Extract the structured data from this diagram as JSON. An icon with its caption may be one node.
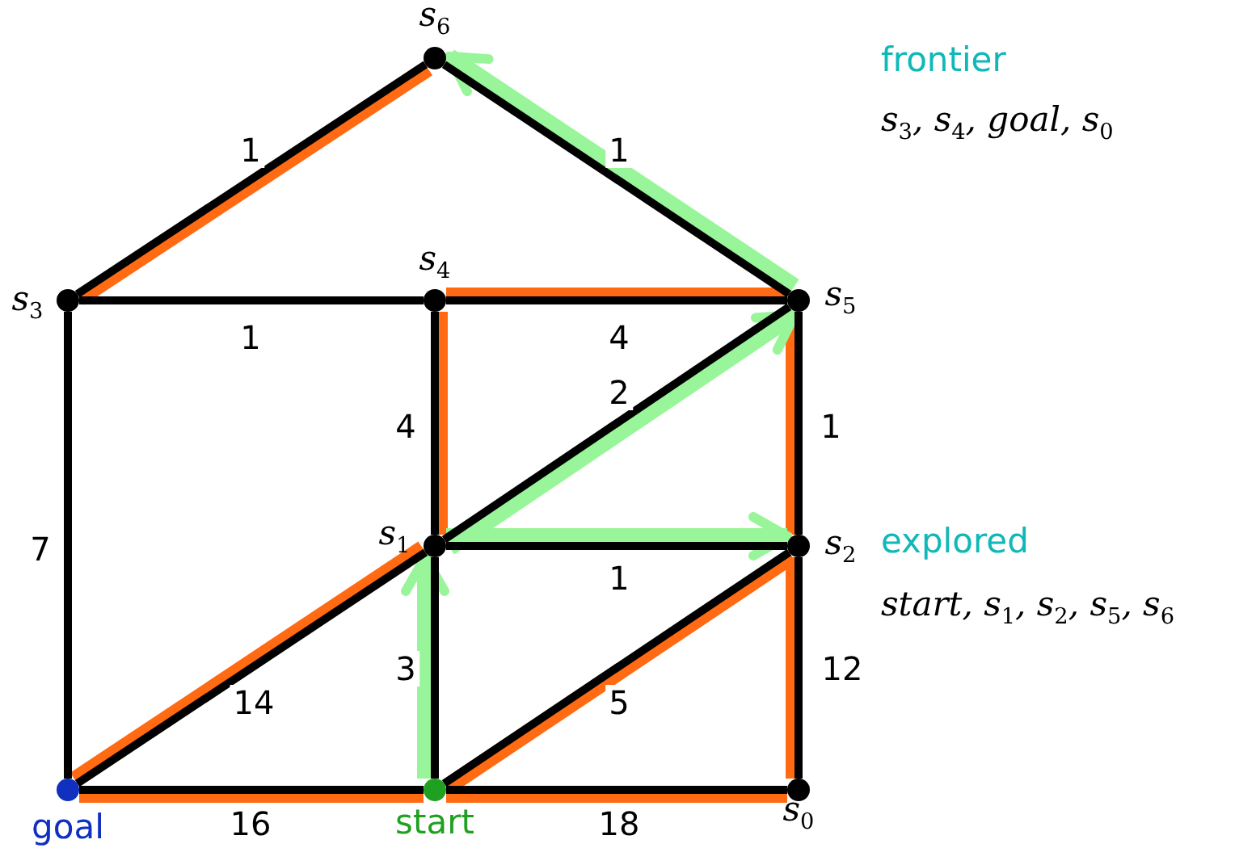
{
  "diagram": {
    "nodes": [
      {
        "text": [],
        "shape": "circle",
        "beside": [
          "s$_{6}$"
        ]
      },
      {
        "text": [],
        "shape": "circle",
        "beside": [
          "s$_{3}$"
        ]
      },
      {
        "text": [],
        "shape": "circle",
        "beside": [
          "s$_{4}$"
        ]
      },
      {
        "text": [],
        "shape": "circle",
        "beside": [
          "s$_{5}$"
        ]
      },
      {
        "text": [],
        "shape": "circle",
        "beside": [
          "s$_{1}$"
        ]
      },
      {
        "text": [],
        "shape": "circle",
        "beside": [
          "s$_{2}$"
        ]
      },
      {
        "text": [],
        "shape": "circle",
        "beside": [
          "goal"
        ]
      },
      {
        "text": [],
        "shape": "circle",
        "beside": [
          "start"
        ]
      },
      {
        "text": [],
        "shape": "circle",
        "beside": [
          "s$_{0}$"
        ]
      }
    ],
    "edges": [
      {
        "from": 1,
        "to": 0,
        "arrow": "none",
        "label": "1"
      },
      {
        "from": 0,
        "to": 3,
        "arrow": "none",
        "label": "1"
      },
      {
        "from": 1,
        "to": 2,
        "arrow": "none",
        "label": "1"
      },
      {
        "from": 2,
        "to": 3,
        "arrow": "none",
        "label": "4"
      },
      {
        "from": 2,
        "to": 4,
        "arrow": "none",
        "label": "4"
      },
      {
        "from": 4,
        "to": 3,
        "arrow": "none",
        "label": "2"
      },
      {
        "from": 3,
        "to": 5,
        "arrow": "none",
        "label": "1"
      },
      {
        "from": 1,
        "to": 6,
        "arrow": "none",
        "label": "7"
      },
      {
        "from": 4,
        "to": 5,
        "arrow": "none",
        "label": "1"
      },
      {
        "from": 4,
        "to": 6,
        "arrow": "none",
        "label": "14"
      },
      {
        "from": 4,
        "to": 7,
        "arrow": "none",
        "label": "3"
      },
      {
        "from": 7,
        "to": 5,
        "arrow": "none",
        "label": "5"
      },
      {
        "from": 5,
        "to": 8,
        "arrow": "none",
        "label": "12"
      },
      {
        "from": 6,
        "to": 7,
        "arrow": "none",
        "label": "16"
      },
      {
        "from": 7,
        "to": 8,
        "arrow": "none",
        "label": "18"
      },
      {
        "from": 1,
        "to": 0,
        "arrow": "none",
        "style": "thick",
        "color": "#ff6a13"
      },
      {
        "from": 2,
        "to": 3,
        "arrow": "none",
        "style": "thick",
        "color": "#ff6a13"
      },
      {
        "from": 2,
        "to": 4,
        "arrow": "none",
        "style": "thick",
        "color": "#ff6a13"
      },
      {
        "from": 3,
        "to": 5,
        "arrow": "none",
        "style": "thick",
        "color": "#ff6a13"
      },
      {
        "from": 4,
        "to": 6,
        "arrow": "none",
        "style": "thick",
        "color": "#ff6a13"
      },
      {
        "from": 7,
        "to": 5,
        "arrow": "none",
        "style": "thick",
        "color": "#ff6a13"
      },
      {
        "from": 5,
        "to": 8,
        "arrow": "none",
        "style": "thick",
        "color": "#ff6a13"
      },
      {
        "from": 6,
        "to": 7,
        "arrow": "none",
        "style": "thick",
        "color": "#ff6a13"
      },
      {
        "from": 7,
        "to": 8,
        "arrow": "none",
        "style": "thick",
        "color": "#ff6a13"
      },
      {
        "from": 3,
        "to": 0,
        "arrow": "to",
        "style": "thick",
        "color": "#99f599"
      },
      {
        "from": 4,
        "to": 3,
        "arrow": "to",
        "style": "thick",
        "color": "#99f599"
      },
      {
        "from": 4,
        "to": 5,
        "arrow": "to",
        "style": "thick",
        "color": "#99f599"
      },
      {
        "from": 7,
        "to": 4,
        "arrow": "to",
        "style": "thick",
        "color": "#99f599"
      }
    ],
    "labels": [
      "frontier",
      "s$_{3}$, s$_{4}$, goal, s$_{0}$",
      "explored",
      "start, s$_{1}$, s$_{2}$, s$_{5}$, s$_{6}$"
    ]
  }
}
